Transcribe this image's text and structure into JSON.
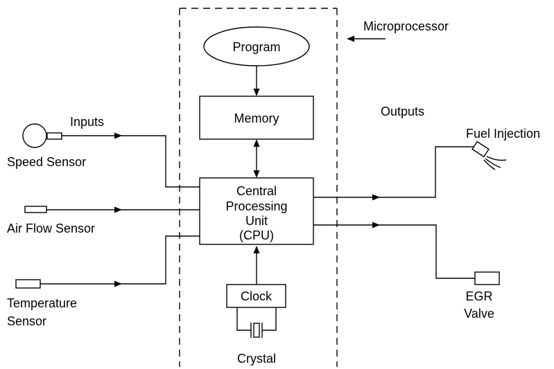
{
  "microprocessor_label": "Microprocessor",
  "program_label": "Program",
  "memory_label": "Memory",
  "cpu_label_lines": [
    "Central",
    "Processing",
    "Unit",
    "(CPU)"
  ],
  "clock_label": "Clock",
  "crystal_label": "Crystal",
  "inputs_heading": "Inputs",
  "outputs_heading": "Outputs",
  "speed_sensor_label": "Speed Sensor",
  "air_flow_sensor_label": "Air Flow Sensor",
  "temperature_sensor_label_lines": [
    "Temperature",
    "Sensor"
  ],
  "fuel_injection_label": "Fuel Injection",
  "egr_valve_label_lines": [
    "EGR",
    "Valve"
  ]
}
